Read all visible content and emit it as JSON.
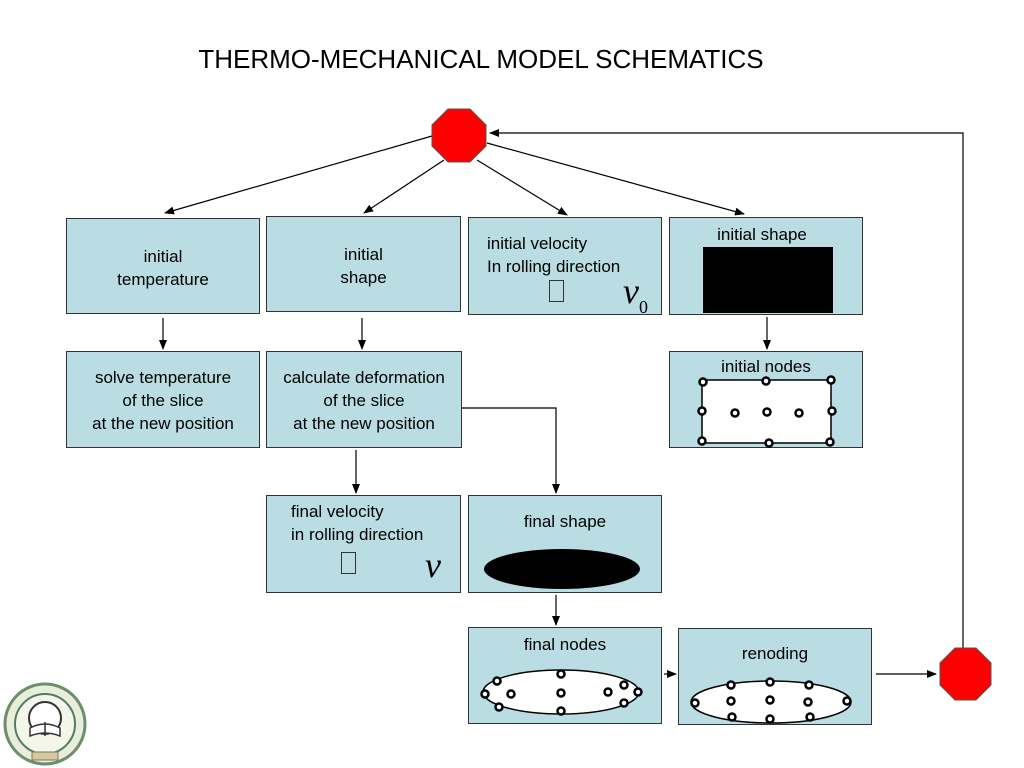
{
  "title": "THERMO-MECHANICAL MODEL SCHEMATICS",
  "boxes": {
    "initial_temperature": "initial\ntemperature",
    "initial_shape": "initial\nshape",
    "initial_velocity": "initial velocity\nIn rolling direction",
    "initial_velocity_symbol": "v",
    "initial_velocity_subscript": "0",
    "initial_shape_img": "initial shape",
    "solve_temperature": "solve temperature\nof the slice\nat the new position",
    "calculate_deformation": "calculate deformation\nof the slice\nat the new position",
    "initial_nodes": "initial nodes",
    "final_velocity": "final velocity\nin rolling direction",
    "final_velocity_symbol": "v",
    "final_shape": "final shape",
    "final_nodes": "final nodes",
    "renoding": "renoding"
  },
  "colors": {
    "box_fill": "#b9dde3",
    "stop_sign": "#ff0000",
    "shape_fill": "#000000"
  },
  "icons": [
    "stop-octagon",
    "university-seal-logo"
  ]
}
